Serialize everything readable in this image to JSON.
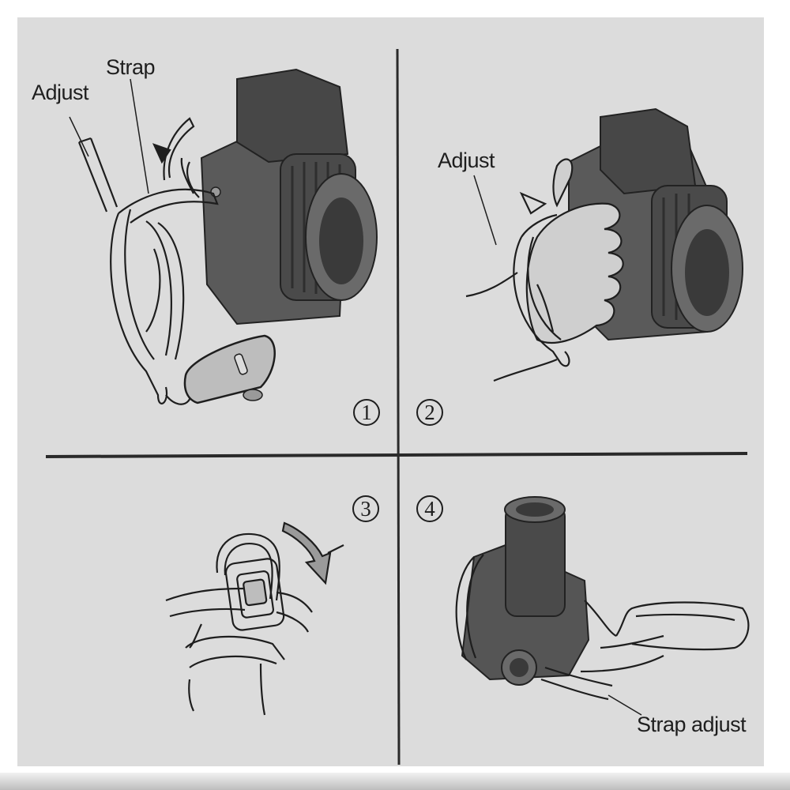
{
  "colors": {
    "paper": "#dcdcdc",
    "ink": "#1e1e1e",
    "camera_dark": "#4a4a4a",
    "camera_mid": "#6a6a6a"
  },
  "panels": [
    {
      "step": "1",
      "labels": {
        "adjust": "Adjust",
        "strap": "Strap"
      }
    },
    {
      "step": "2",
      "labels": {
        "adjust": "Adjust"
      }
    },
    {
      "step": "3",
      "labels": {}
    },
    {
      "step": "4",
      "labels": {
        "strap_adjust": "Strap adjust"
      }
    }
  ]
}
